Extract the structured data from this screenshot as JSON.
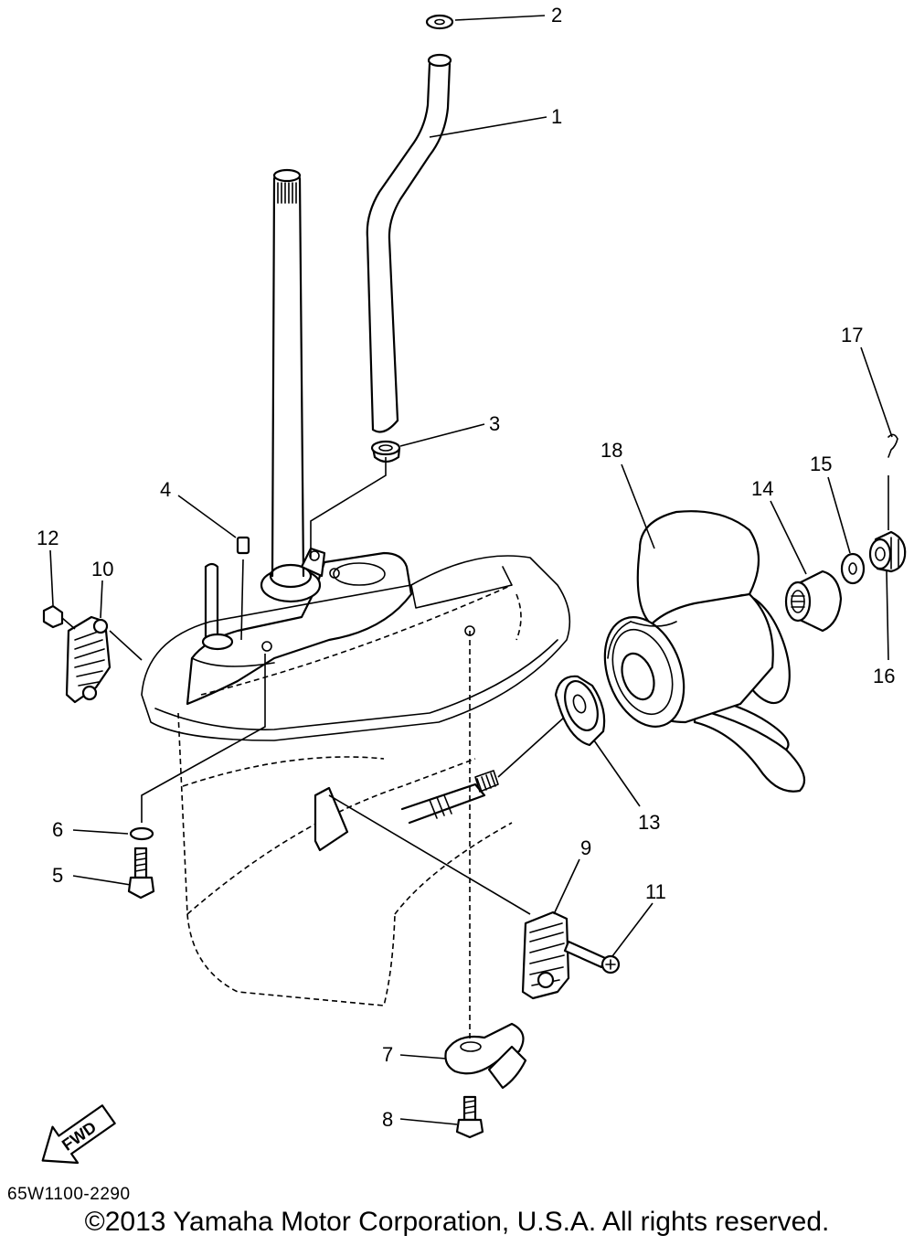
{
  "diagram": {
    "callouts": [
      "1",
      "2",
      "3",
      "4",
      "5",
      "6",
      "7",
      "8",
      "9",
      "10",
      "11",
      "12",
      "13",
      "14",
      "15",
      "16",
      "17",
      "18"
    ],
    "fwd_label": "FWD",
    "diagram_code": "65W1100-2290",
    "copyright": "©2013 Yamaha Motor Corporation, U.S.A. All rights reserved."
  }
}
